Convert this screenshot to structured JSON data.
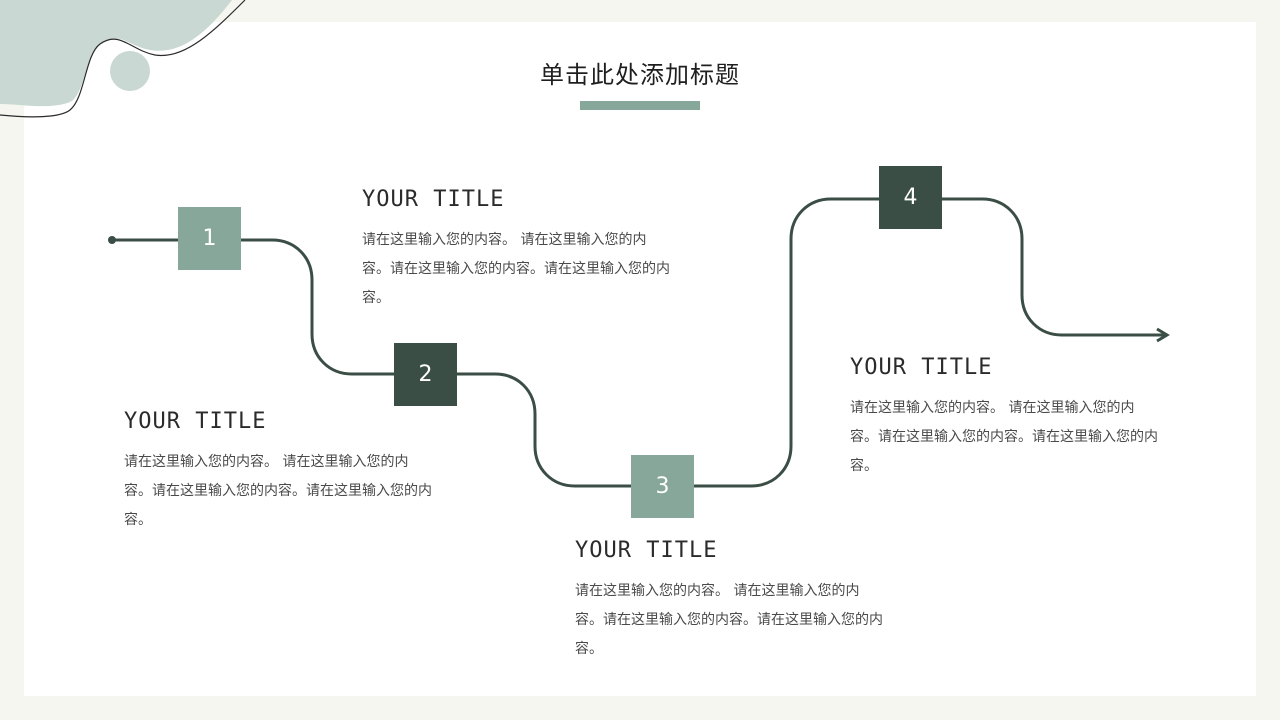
{
  "header": {
    "title": "单击此处添加标题"
  },
  "colors": {
    "accent_light": "#86a79a",
    "accent_dark": "#3b4e46",
    "path_line": "#3b4e46",
    "deco_blob": "#c9d8d2"
  },
  "steps": [
    {
      "number": "1",
      "style": "light"
    },
    {
      "number": "2",
      "style": "dark"
    },
    {
      "number": "3",
      "style": "light"
    },
    {
      "number": "4",
      "style": "dark"
    }
  ],
  "blocks": [
    {
      "title": "YOUR TITLE",
      "body": "请在这里输入您的内容。 请在这里输入您的内容。请在这里输入您的内容。请在这里输入您的内容。"
    },
    {
      "title": "YOUR TITLE",
      "body": "请在这里输入您的内容。 请在这里输入您的内容。请在这里输入您的内容。请在这里输入您的内容。"
    },
    {
      "title": "YOUR TITLE",
      "body": "请在这里输入您的内容。 请在这里输入您的内容。请在这里输入您的内容。请在这里输入您的内容。"
    },
    {
      "title": "YOUR TITLE",
      "body": "请在这里输入您的内容。 请在这里输入您的内容。请在这里输入您的内容。请在这里输入您的内容。"
    }
  ]
}
